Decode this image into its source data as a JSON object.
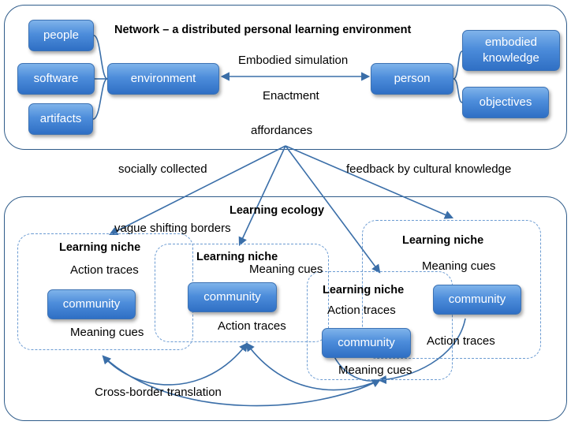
{
  "network": {
    "title": "Network – a distributed personal learning environment",
    "nodes": {
      "people": "people",
      "software": "software",
      "artifacts": "artifacts",
      "environment": "environment",
      "person": "person",
      "embodied_knowledge": "embodied knowledge",
      "objectives": "objectives"
    },
    "relation_labels": {
      "embodied_simulation": "Embodied simulation",
      "enactment": "Enactment",
      "affordances": "affordances"
    }
  },
  "flows": {
    "socially_collected": "socially collected",
    "feedback": "feedback by cultural knowledge"
  },
  "ecology": {
    "title": "Learning ecology",
    "vague_borders": "vague shifting borders",
    "cross_border": "Cross-border translation",
    "niches": [
      {
        "title": "Learning niche",
        "action": "Action traces",
        "community": "community",
        "meaning": "Meaning cues"
      },
      {
        "title": "Learning niche",
        "meaning": "Meaning cues",
        "community": "community",
        "action": "Action traces"
      },
      {
        "title": "Learning niche",
        "action": "Action traces",
        "community": "community",
        "meaning": "Meaning cues"
      },
      {
        "title": "Learning niche",
        "meaning": "Meaning cues",
        "community": "community",
        "action": "Action traces"
      }
    ]
  },
  "colors": {
    "node_fill": "#4d8ddb",
    "panel_border": "#2f5c8a",
    "arrow": "#3a6ea8",
    "niche_border": "#6b9bd2"
  }
}
